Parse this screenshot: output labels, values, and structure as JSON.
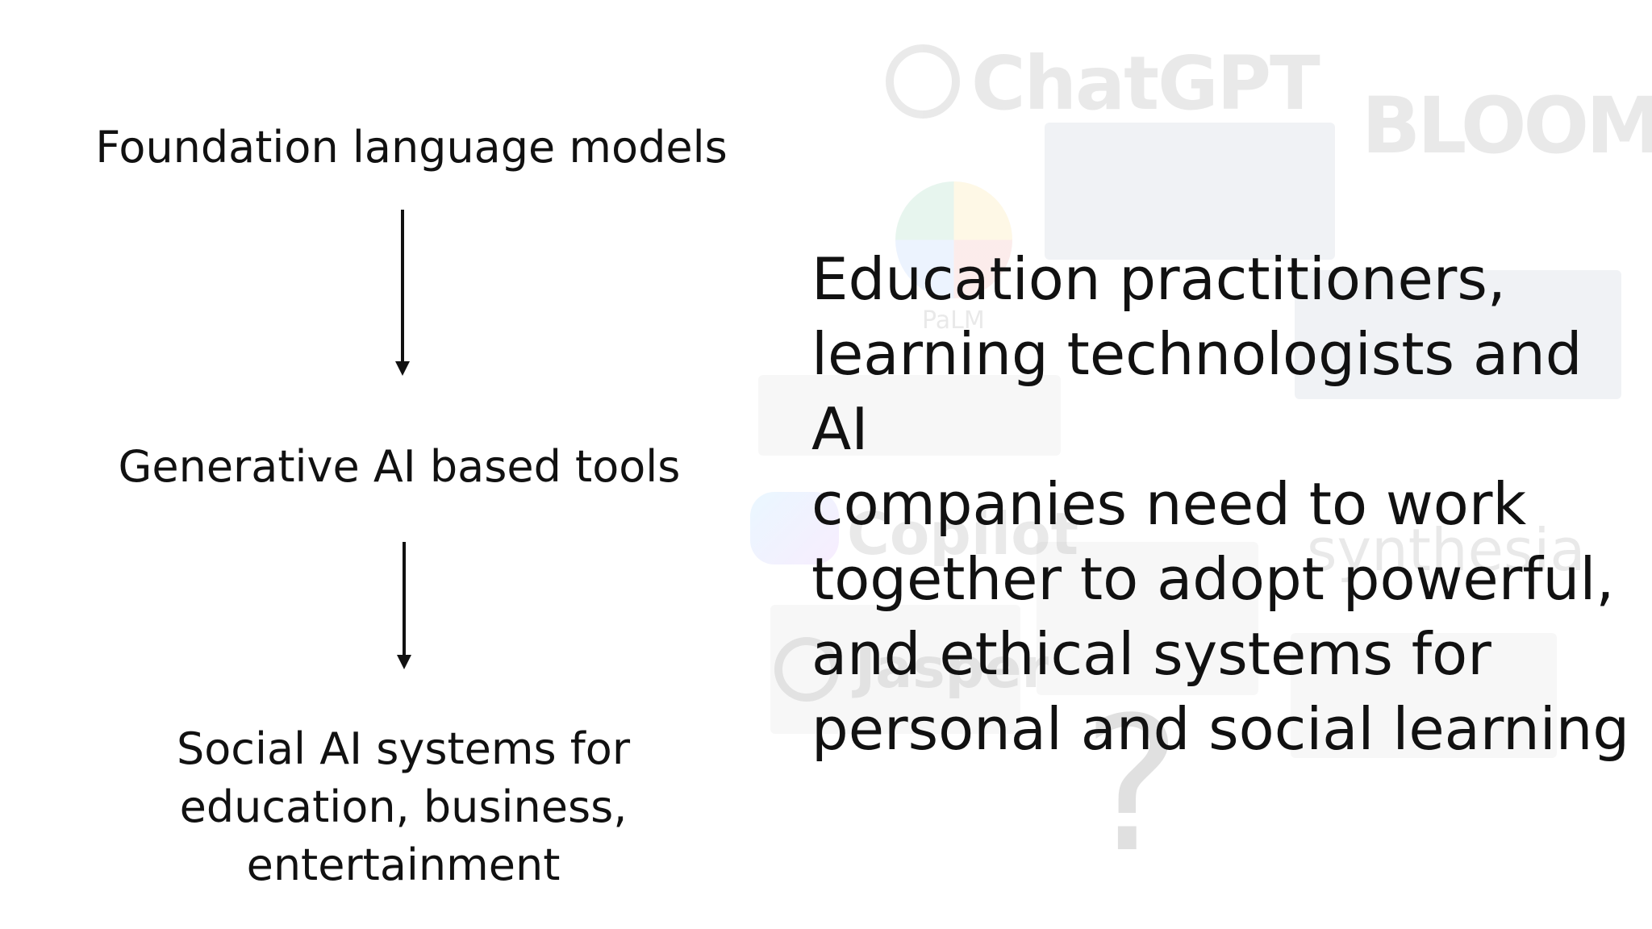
{
  "diagram": {
    "nodes": [
      {
        "label": "Foundation language models"
      },
      {
        "label": "Generative AI based tools"
      },
      {
        "label": "Social AI systems for\neducation, business,\nentertainment"
      }
    ],
    "arrows": [
      {
        "from": 0,
        "to": 1
      },
      {
        "from": 1,
        "to": 2
      }
    ]
  },
  "statement": "Education practitioners,\nlearning technologists and AI\ncompanies need to work\ntogether to adopt powerful,\nand ethical systems for\npersonal and social learning",
  "background": {
    "logos": [
      {
        "name": "ChatGPT",
        "icon": "openai-knot-icon"
      },
      {
        "name": "BLOOM",
        "icon": "bloom-logo"
      },
      {
        "name": "PaLM",
        "icon": "palm-logo"
      },
      {
        "name": "Copilot",
        "icon": "copilot-icon"
      },
      {
        "name": "synthesia",
        "icon": "synthesia-logo"
      },
      {
        "name": "Jasper",
        "icon": "jasper-icon"
      }
    ],
    "question_mark": "?"
  },
  "colors": {
    "text": "#111111",
    "background": "#ffffff",
    "faded_logo": "#333333"
  }
}
